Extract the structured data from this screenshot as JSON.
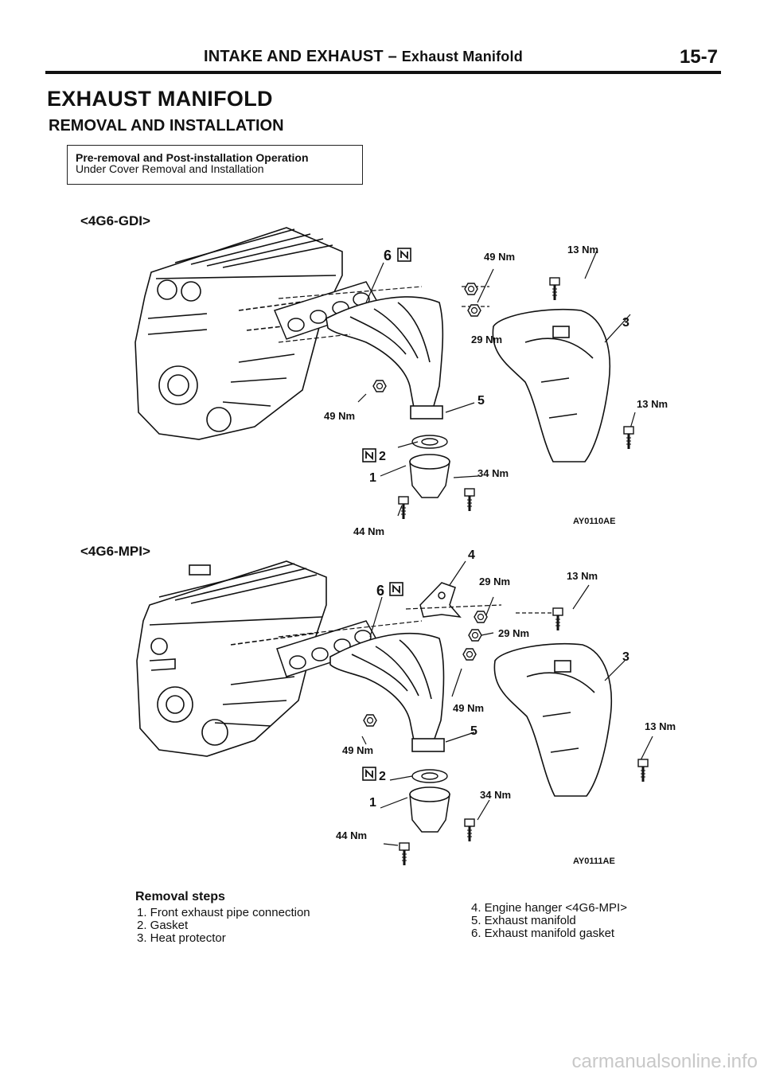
{
  "header": {
    "section": "INTAKE AND EXHAUST",
    "dash": "–",
    "subsection": "Exhaust Manifold",
    "page_number": "15-7"
  },
  "title": "EXHAUST MANIFOLD",
  "subtitle": "REMOVAL AND INSTALLATION",
  "infobox": {
    "line1": "Pre-removal and Post-installation Operation",
    "line2": "Under Cover Removal and Installation"
  },
  "diagram_gdi": {
    "variant": "<4G6-GDI>",
    "figure_id": "AY0110AE",
    "callouts": {
      "c6": "6",
      "t49a": "49 Nm",
      "t13a": "13 Nm",
      "c3": "3",
      "t29": "29 Nm",
      "c5": "5",
      "t13b": "13 Nm",
      "t49b": "49 Nm",
      "c2": "2",
      "c1": "1",
      "t34": "34 Nm",
      "t44": "44 Nm"
    }
  },
  "diagram_mpi": {
    "variant": "<4G6-MPI>",
    "figure_id": "AY0111AE",
    "callouts": {
      "c4": "4",
      "c6": "6",
      "t29a": "29 Nm",
      "t13a": "13 Nm",
      "t29b": "29 Nm",
      "c3": "3",
      "t49a": "49 Nm",
      "c5": "5",
      "t13b": "13 Nm",
      "t49b": "49 Nm",
      "c2": "2",
      "c1": "1",
      "t34": "34 Nm",
      "t44": "44 Nm"
    }
  },
  "removal_steps": {
    "title": "Removal steps",
    "left": [
      "1. Front exhaust pipe connection",
      "2. Gasket",
      "3. Heat protector"
    ],
    "right": [
      "4. Engine hanger <4G6-MPI>",
      "5. Exhaust manifold",
      "6. Exhaust manifold gasket"
    ]
  },
  "watermark": "carmanualsonline.info",
  "icons": {
    "new_part": "N-box-icon"
  }
}
